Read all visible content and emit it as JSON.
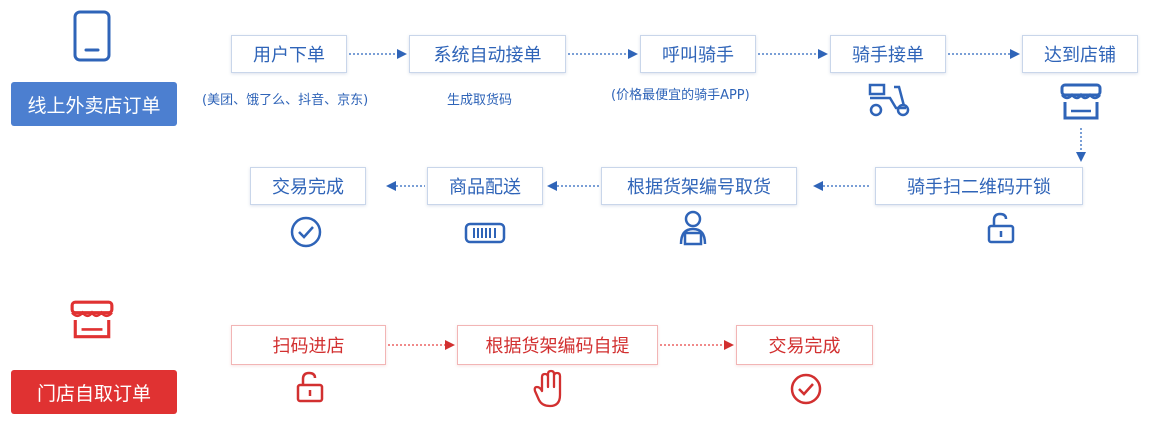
{
  "colors": {
    "blue": "#2f64b8",
    "blue_badge": "#4c7fd0",
    "red": "#d23030",
    "red_badge": "#e03232"
  },
  "online": {
    "title": "线上外卖店订单",
    "row1": [
      "用户下单",
      "系统自动接单",
      "呼叫骑手",
      "骑手接单",
      "达到店铺"
    ],
    "notes": {
      "user_order": "(美团、饿了么、抖音、京东)",
      "auto_accept": "生成取货码",
      "call_rider": "(价格最便宜的骑手APP)"
    },
    "row2": [
      "交易完成",
      "商品配送",
      "根据货架编号取货",
      "骑手扫二维码开锁"
    ]
  },
  "offline": {
    "title": "门店自取订单",
    "steps": [
      "扫码进店",
      "根据货架编码自提",
      "交易完成"
    ]
  },
  "icons": [
    "phone-icon",
    "scooter-icon",
    "shop-icon",
    "unlock-icon",
    "delivery-person-icon",
    "barcode-icon",
    "check-circle-icon",
    "hand-icon"
  ]
}
